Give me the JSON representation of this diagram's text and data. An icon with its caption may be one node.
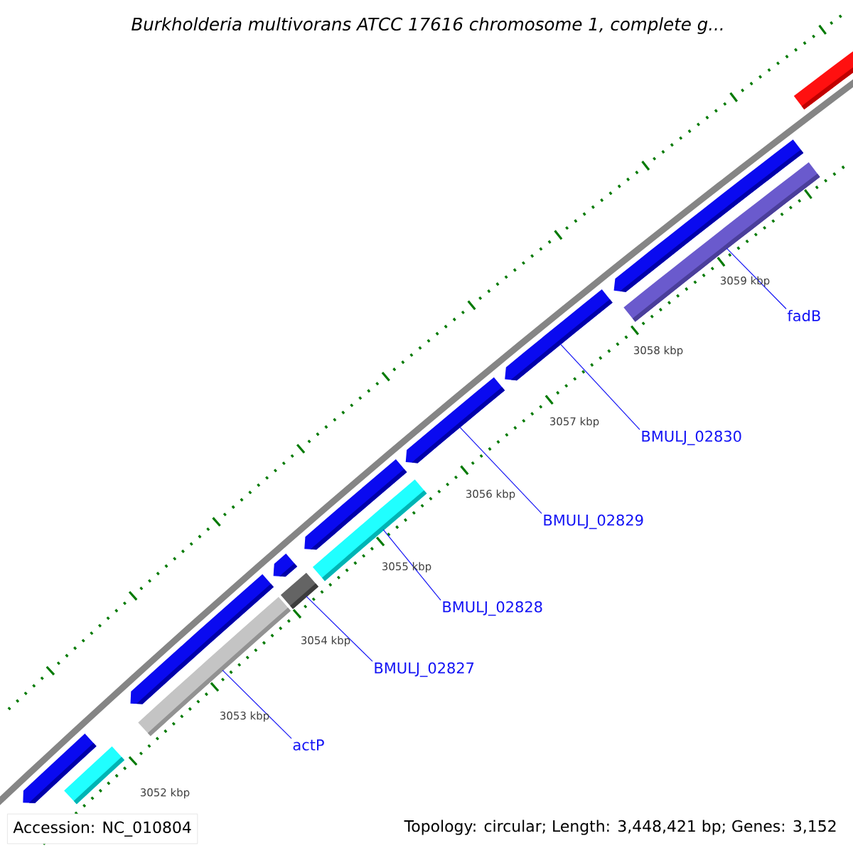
{
  "diagram": {
    "title": "Burkholderia multivorans ATCC 17616 chromosome 1, complete g...",
    "nodes": [
      {
        "text": [],
        "shape": "bar"
      },
      {
        "text": [],
        "shape": "bar"
      },
      {
        "text": [],
        "shape": "bar"
      },
      {
        "text": [],
        "shape": "bar"
      },
      {
        "text": [],
        "shape": "bar"
      },
      {
        "text": [],
        "shape": "bar"
      },
      {
        "text": [],
        "shape": "bar"
      },
      {
        "text": [],
        "shape": "bar"
      },
      {
        "text": [],
        "shape": "bar"
      },
      {
        "text": [],
        "shape": "bar"
      },
      {
        "text": [],
        "shape": "bar"
      },
      {
        "text": [],
        "shape": "bar"
      },
      {
        "text": [],
        "shape": "bar"
      },
      {
        "text": [
          "fadB"
        ]
      },
      {
        "text": [
          "BMULJ_02830"
        ]
      },
      {
        "text": [
          "BMULJ_02829"
        ]
      },
      {
        "text": [
          "BMULJ_02828"
        ]
      },
      {
        "text": [
          "BMULJ_02827"
        ]
      },
      {
        "text": [
          "actP"
        ]
      }
    ],
    "edges": [
      {
        "from": 13,
        "to": 10,
        "arrow": "none"
      },
      {
        "from": 14,
        "to": 9,
        "arrow": "none"
      },
      {
        "from": 15,
        "to": 8,
        "arrow": "none"
      },
      {
        "from": 16,
        "to": 6,
        "arrow": "none"
      },
      {
        "from": 17,
        "to": 4,
        "arrow": "none"
      },
      {
        "from": 18,
        "to": 2,
        "arrow": "none"
      }
    ],
    "labels": [
      "3059 kbp",
      "3058 kbp",
      "3057 kbp",
      "3056 kbp",
      "3055 kbp",
      "3054 kbp",
      "3053 kbp",
      "3052 kbp",
      "Accession: NC_010804",
      "Topology: circular; Length: 3,448,421 bp; Genes: 3,152"
    ]
  }
}
